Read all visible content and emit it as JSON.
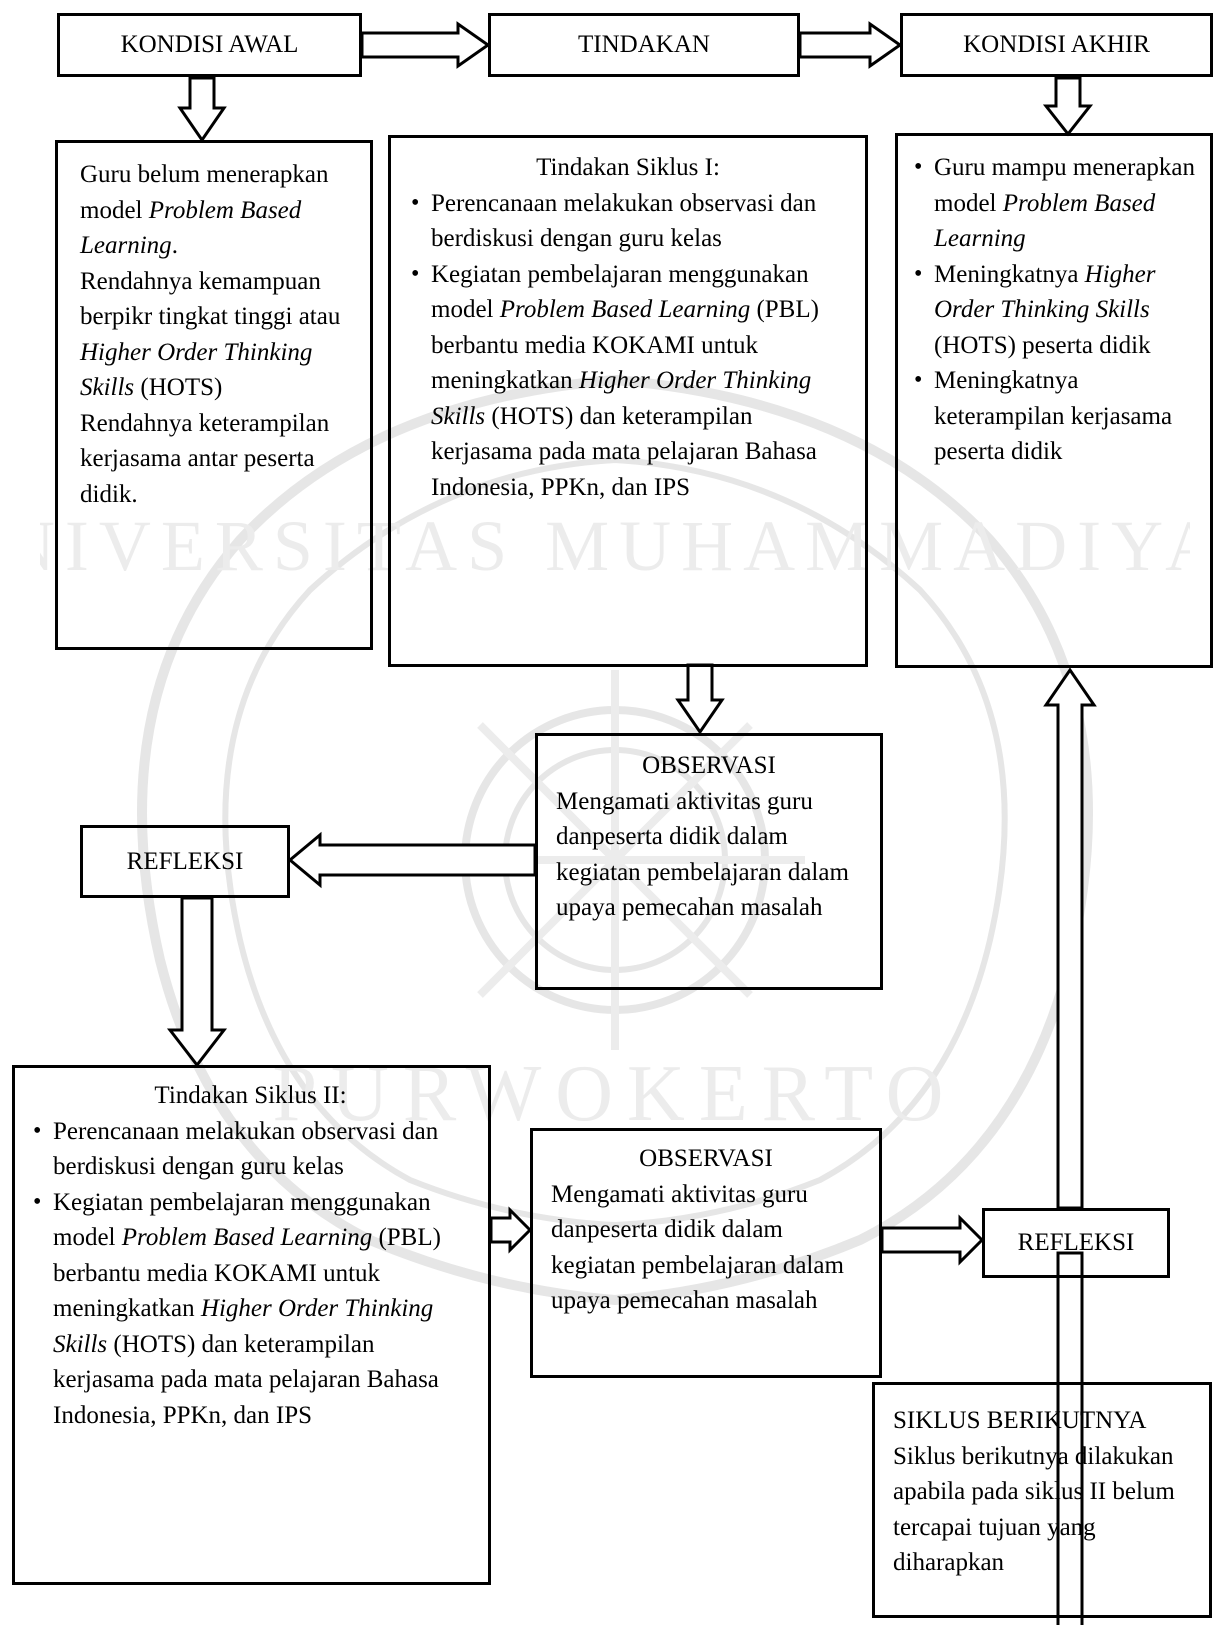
{
  "headers": {
    "kondisi_awal": "KONDISI AWAL",
    "tindakan": "TINDAKAN",
    "kondisi_akhir": "KONDISI AKHIR"
  },
  "kondisi_awal_box": {
    "p1": "Guru belum menerapkan model ",
    "p1_italic": "Problem Based Learning",
    "p1_end": ".",
    "p2": "Rendahnya kemampuan berpikr tingkat tinggi atau ",
    "p2_italic": "Higher Order Thinking Skills",
    "p2_end": " (HOTS)",
    "p3": "Rendahnya keterampilan kerjasama antar peserta didik."
  },
  "siklus1": {
    "title": "Tindakan Siklus I:",
    "item1": "Perencanaan melakukan observasi dan berdiskusi dengan guru kelas",
    "item2_a": "Kegiatan pembelajaran menggunakan model ",
    "item2_b_italic": "Problem Based Learning",
    "item2_c": " (PBL) berbantu media KOKAMI untuk meningkatkan ",
    "item2_d_italic": "Higher Order Thinking Skills",
    "item2_e": " (HOTS) dan keterampilan kerjasama pada mata pelajaran Bahasa Indonesia, PPKn, dan IPS"
  },
  "kondisi_akhir_box": {
    "item1_a": "Guru mampu menerapkan model ",
    "item1_b_italic": "Problem Based Learning",
    "item2_a": "Meningkatnya ",
    "item2_b_italic": "Higher Order Thinking Skills",
    "item2_c": " (HOTS) peserta didik",
    "item3": "Meningkatnya keterampilan kerjasama peserta didik"
  },
  "observasi1": {
    "title": "OBSERVASI",
    "body": "Mengamati aktivitas guru danpeserta didik dalam kegiatan pembelajaran dalam upaya pemecahan masalah"
  },
  "refleksi1": "REFLEKSI",
  "siklus2": {
    "title": "Tindakan Siklus II:",
    "item1": "Perencanaan melakukan observasi dan berdiskusi dengan guru kelas",
    "item2_a": "Kegiatan pembelajaran menggunakan model ",
    "item2_b_italic": "Problem Based Learning",
    "item2_c": " (PBL) berbantu media KOKAMI untuk meningkatkan ",
    "item2_d_italic": "Higher Order Thinking Skills",
    "item2_e": " (HOTS) dan keterampilan kerjasama pada mata pelajaran Bahasa Indonesia, PPKn, dan IPS"
  },
  "observasi2": {
    "title": "OBSERVASI",
    "body": "Mengamati aktivitas guru danpeserta didik dalam kegiatan pembelajaran dalam upaya pemecahan masalah"
  },
  "refleksi2": "REFLEKSI",
  "siklus_berikutnya": {
    "title": "SIKLUS BERIKUTNYA",
    "body": "Siklus berikutnya dilakukan apabila pada siklus II belum tercapai tujuan yang diharapkan"
  },
  "watermark": {
    "arc_top": "UNIVERSITAS MUHAMMADIYAH",
    "arc_bottom": "PURWOKERTO"
  }
}
